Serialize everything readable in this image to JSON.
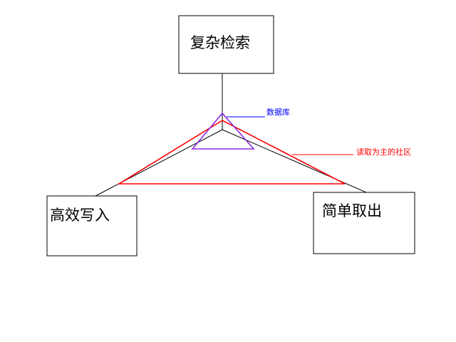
{
  "nodes": {
    "top": "复杂检索",
    "left": "高效写入",
    "right": "简单取出"
  },
  "annotations": {
    "database": "数据库",
    "read_community": "读取为主的社区"
  },
  "colors": {
    "black": "#000000",
    "red": "#ff0000",
    "purple": "#8a2be2",
    "blue": "#0000ff"
  }
}
